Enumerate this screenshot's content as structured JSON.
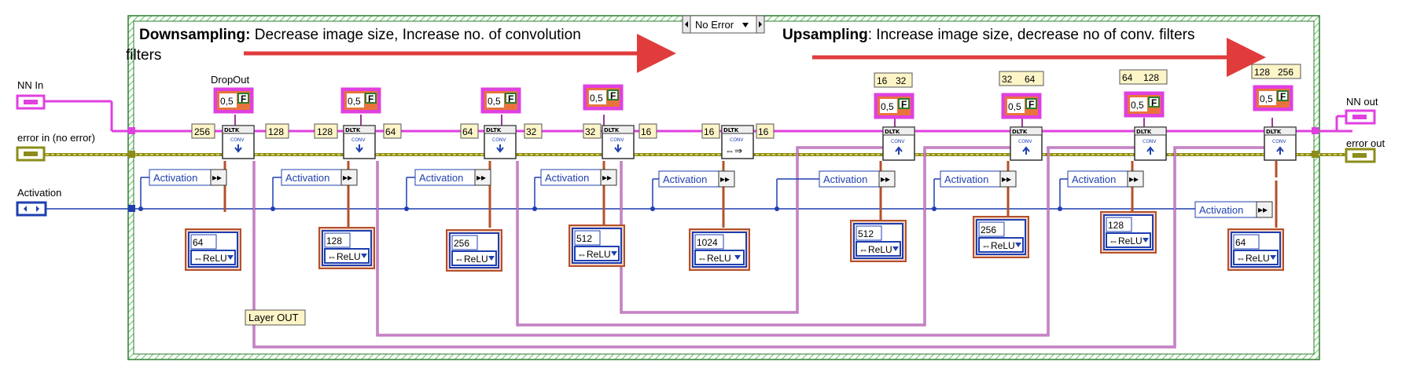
{
  "header": {
    "downsampling_title": "Downsampling:",
    "downsampling_text": " Decrease image size, Increase no. of convolution",
    "downsampling_text2": "filters",
    "upsampling_title": "Upsampling",
    "upsampling_text": ": Increase image size, decrease no of conv. filters",
    "error_selector": "No Error"
  },
  "terminals": {
    "nn_in": "NN In",
    "error_in": "error in (no error)",
    "activation": "Activation",
    "nn_out": "NN out",
    "error_out": "error out",
    "layer_out": "Layer OUT",
    "dropout": "DropOut"
  },
  "conv_icon": {
    "top": "DLTK",
    "label": "CONV"
  },
  "activation_label": "Activation",
  "dropout_value": "0,5",
  "dropout_flag": "F",
  "ring_value": "ReLU",
  "down_blocks": [
    {
      "in_size": "256",
      "out_size": "128",
      "filters": "64"
    },
    {
      "in_size": "128",
      "out_size": "64",
      "filters": "128"
    },
    {
      "in_size": "64",
      "out_size": "32",
      "filters": "256"
    },
    {
      "in_size": "32",
      "out_size": "16",
      "filters": "512"
    }
  ],
  "middle_block": {
    "in_size": "16",
    "out_size": "16",
    "filters": "1024"
  },
  "up_blocks": [
    {
      "size_a": "16",
      "size_b": "32",
      "filters": "512"
    },
    {
      "size_a": "32",
      "size_b": "64",
      "filters": "256"
    },
    {
      "size_a": "64",
      "size_b": "128",
      "filters": "128"
    },
    {
      "size_a": "128",
      "size_b": "256",
      "filters": "64"
    }
  ],
  "colors": {
    "frame_border": "#2e7d32",
    "frame_hatch": "#8fd18f",
    "nn_wire": "#e040e0",
    "error_wire": "#8c8c1a",
    "error_wire_light": "#e8e070",
    "activation_wire": "#1f3fb0",
    "output_wire": "#9a3a9a",
    "filter_wire": "#b4502a",
    "arrow": "#e03c3c",
    "size_box": "#fdf5c8"
  }
}
